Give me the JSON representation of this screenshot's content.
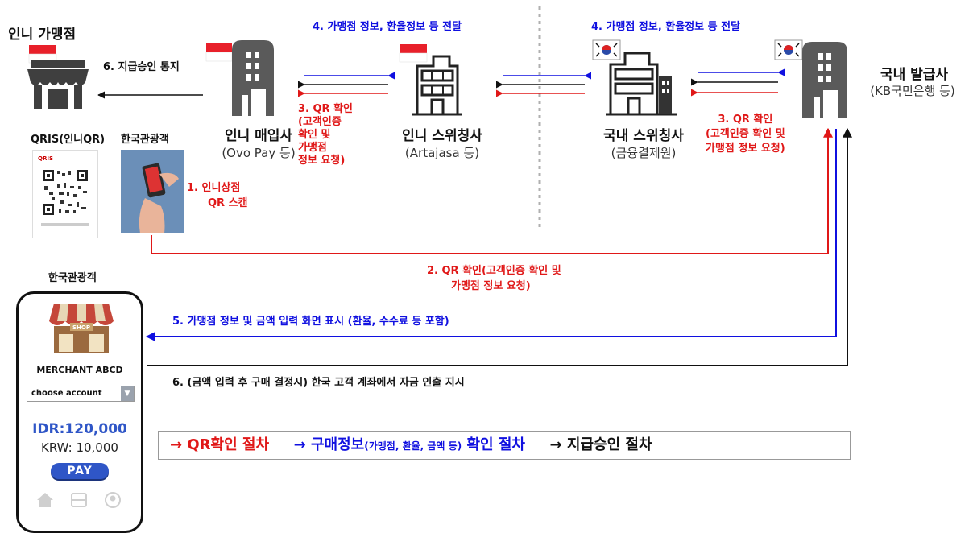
{
  "nodes": {
    "merchant": {
      "title": "인니 가맹점"
    },
    "acquirer": {
      "title": "인니 매입사",
      "sub": "(Ovo Pay 등)"
    },
    "id_switch": {
      "title": "인니 스위칭사",
      "sub": "(Artajasa 등)"
    },
    "kr_switch": {
      "title": "국내 스위칭사",
      "sub": "(금융결제원)"
    },
    "issuer": {
      "title": "국내 발급사",
      "sub": "(KB국민은행 등)"
    }
  },
  "qris_label": "QRIS(인니QR)",
  "qris_tag": "QRIS",
  "tourist_label_top": "한국관광객",
  "tourist_label_phone": "한국관광객",
  "steps": {
    "s1_line1": "1. 인니상점",
    "s1_line2": "QR 스캔",
    "s2_line1": "2. QR 확인(고객인증 확인 및",
    "s2_line2": "가맹점 정보 요청)",
    "s3_left": [
      "3. QR 확인",
      "(고객인증",
      "확인 및",
      "가맹점",
      "정보 요청)"
    ],
    "s3_right": [
      "3. QR 확인",
      "(고객인증 확인 및",
      "가맹점 정보 요청)"
    ],
    "s4_left": "4. 가맹점 정보, 환율정보 등 전달",
    "s4_right": "4. 가맹점 정보, 환율정보 등 전달",
    "s5": "5. 가맹점 정보 및 금액 입력 화면 표시 (환율, 수수료 등 포함)",
    "s6_top": "6. 지급승인 통지",
    "s6_bottom": "6. (금액 입력 후 구매 결정시) 한국 고객 계좌에서 자금 인출 지시"
  },
  "phone": {
    "shop_sign": "SHOP",
    "merchant_name": "MERCHANT ABCD",
    "account_select": "choose account",
    "amount_idr": "IDR:120,000",
    "amount_krw": "KRW: 10,000",
    "pay_button": "PAY"
  },
  "legend": {
    "a_arrow": "→",
    "a_text": "QR확인 절차",
    "b_arrow": "→",
    "b_main": "구매정보",
    "b_small": "(가맹점, 환율, 금액 등)",
    "b_tail": "확인 절차",
    "c_arrow": "→",
    "c_text": "지급승인 절차"
  },
  "colors": {
    "qr_flow": "#e01818",
    "info_flow": "#1010e0",
    "approval_flow": "#111111",
    "building": "#5a5a5a",
    "flag_red": "#e8202a"
  }
}
